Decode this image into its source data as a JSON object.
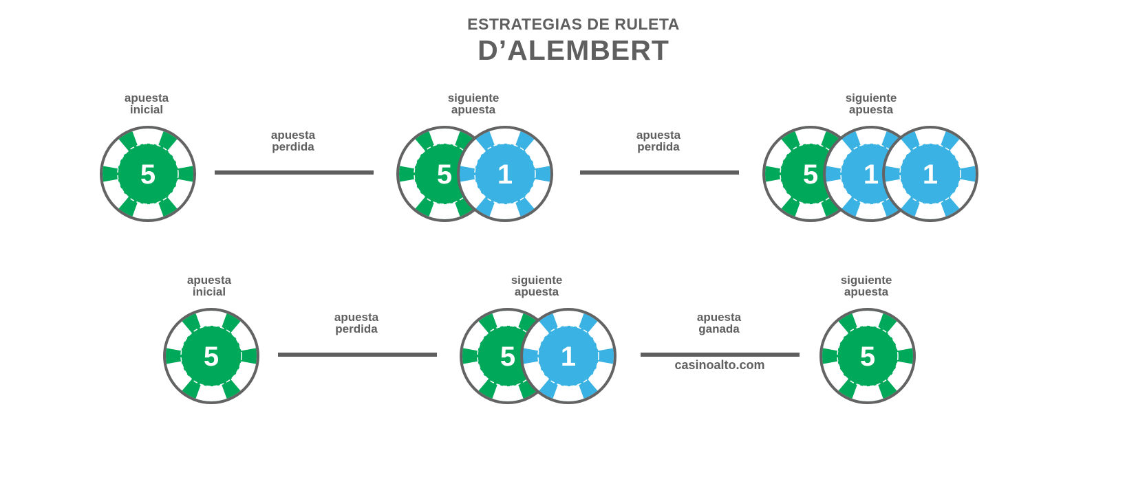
{
  "header": {
    "subtitle": "ESTRATEGIAS DE RULETA",
    "title": "D’ALEMBERT"
  },
  "colors": {
    "green_chip": "#00a85a",
    "blue_chip": "#3ab2e3",
    "outline": "#636363",
    "text": "#5f5f5f"
  },
  "rows": [
    {
      "steps": [
        {
          "label_line1": "apuesta",
          "label_line2": "inicial",
          "chips": [
            "5"
          ]
        },
        {
          "label_line1": "siguiente",
          "label_line2": "apuesta",
          "chips": [
            "5",
            "1"
          ]
        },
        {
          "label_line1": "siguiente",
          "label_line2": "apuesta",
          "chips": [
            "5",
            "1",
            "1"
          ]
        }
      ],
      "connectors": [
        {
          "line1": "apuesta",
          "line2": "perdida"
        },
        {
          "line1": "apuesta",
          "line2": "perdida"
        }
      ]
    },
    {
      "steps": [
        {
          "label_line1": "apuesta",
          "label_line2": "inicial",
          "chips": [
            "5"
          ]
        },
        {
          "label_line1": "siguiente",
          "label_line2": "apuesta",
          "chips": [
            "5",
            "1"
          ]
        },
        {
          "label_line1": "siguiente",
          "label_line2": "apuesta",
          "chips": [
            "5"
          ]
        }
      ],
      "connectors": [
        {
          "line1": "apuesta",
          "line2": "perdida"
        },
        {
          "line1": "apuesta",
          "line2": "ganada"
        }
      ]
    }
  ],
  "footer": {
    "site": "casinoalto.com"
  }
}
